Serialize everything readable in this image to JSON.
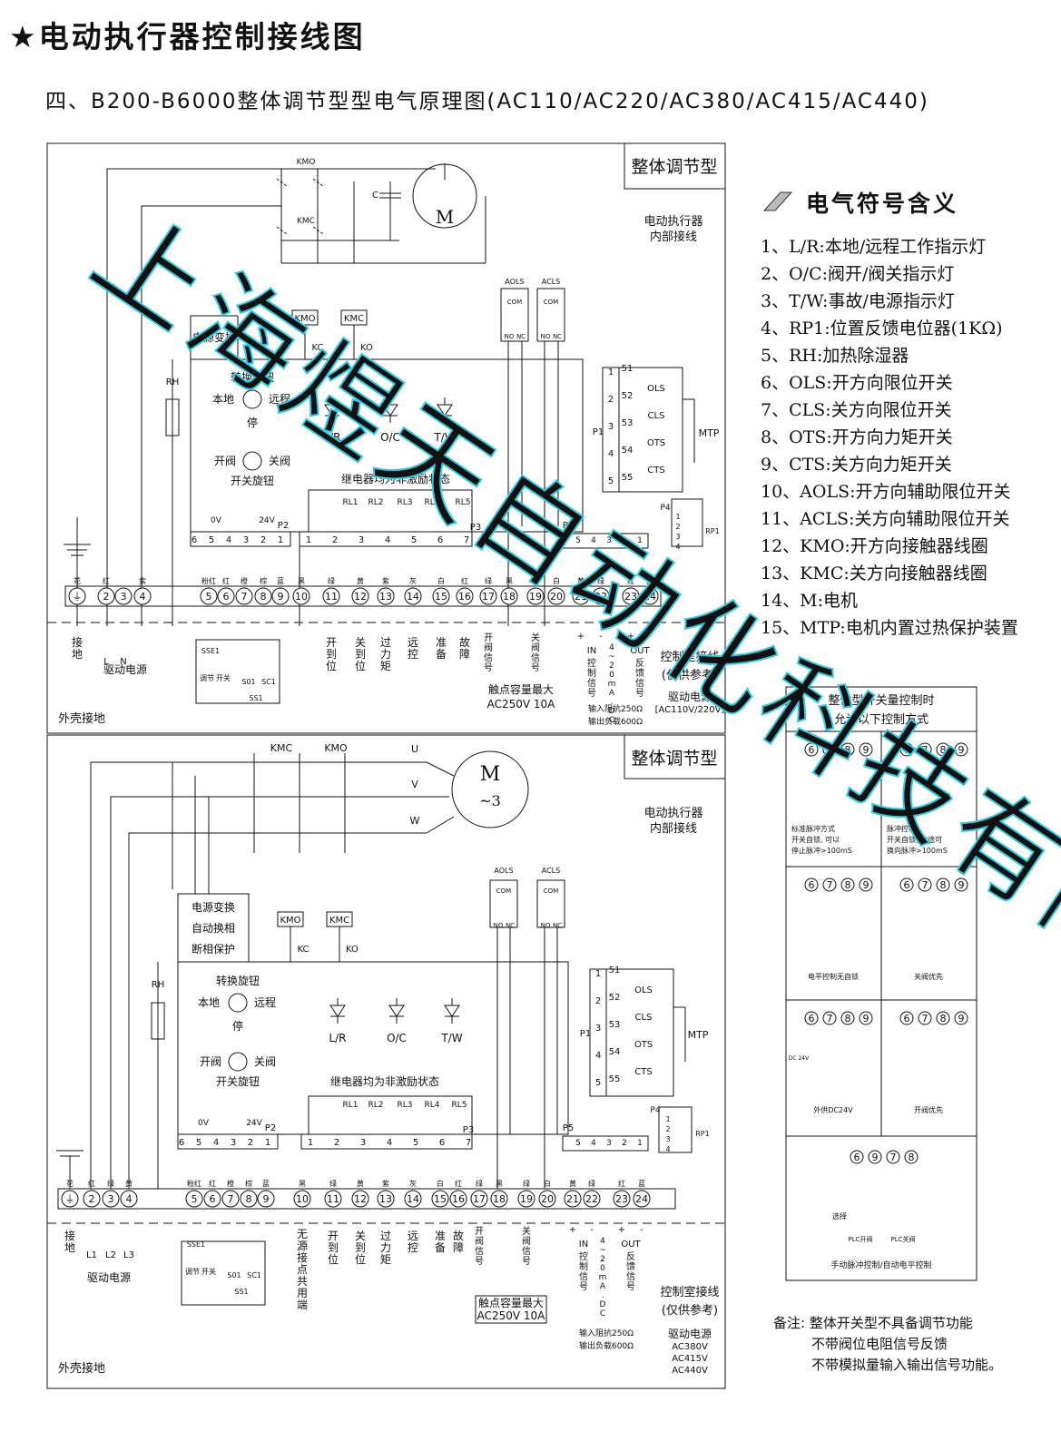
{
  "header": {
    "title": "★电动执行器控制接线图",
    "subtitle": "四、B200-B6000整体调节型型电气原理图(AC110/AC220/AC380/AC415/AC440)"
  },
  "colors": {
    "line": "#111111",
    "watermark": "#35c8e0"
  },
  "watermark": {
    "text": "上海煜天自动化科技有限公司"
  },
  "legend": {
    "title": "电气符号含义",
    "items": [
      "1、L/R:本地/远程工作指示灯",
      "2、O/C:阀开/阀关指示灯",
      "3、T/W:事故/电源指示灯",
      "4、RP1:位置反馈电位器(1KΩ)",
      "5、RH:加热除湿器",
      "6、OLS:开方向限位开关",
      "7、CLS:关方向限位开关",
      "8、OTS:开方向力矩开关",
      "9、CTS:关方向力矩开关",
      "10、AOLS:开方向辅助限位开关",
      "11、ACLS:关方向辅助限位开关",
      "12、KMO:开方向接触器线圈",
      "13、KMC:关方向接触器线圈",
      "14、M:电机",
      "15、MTP:电机内置过热保护装置"
    ]
  },
  "common": {
    "box_title": "整体调节型",
    "internal_wiring": [
      "电动执行器",
      "内部接线"
    ],
    "rotary_knob": "转换旋钮",
    "local": "本地",
    "remote": "远程",
    "stop": "停",
    "open_valve": "开阀",
    "close_valve": "关阀",
    "switch_knob": "开关旋钮",
    "relay_note": "继电器均为非激励状态",
    "leds": [
      "L/R",
      "O/C",
      "T/W"
    ],
    "relays": [
      "RL1",
      "RL2",
      "RL3",
      "RL4",
      "RL5"
    ],
    "p1_label": "P1",
    "p1_pins": [
      "1",
      "2",
      "3",
      "4",
      "5"
    ],
    "p1_inner": [
      "51",
      "52",
      "53",
      "54",
      "55"
    ],
    "limit_switches": [
      "OLS",
      "CLS",
      "OTS",
      "CTS"
    ],
    "mtp": "MTP",
    "p4_label": "P4",
    "p4_pins": [
      "1",
      "2",
      "3",
      "4"
    ],
    "rp1": "RP1",
    "p5_label": "P5",
    "p5_pins": [
      "5",
      "4",
      "3",
      "2",
      "1"
    ],
    "p2_label": "P2",
    "p2_pins": [
      "6",
      "5",
      "4",
      "3",
      "2",
      "1"
    ],
    "p2_tags": [
      "0V",
      "24V"
    ],
    "p3_label": "P3",
    "p3_pins": [
      "1",
      "2",
      "3",
      "4",
      "5",
      "6",
      "7"
    ],
    "aols": "AOLS",
    "acls": "ACLS",
    "com": "COM",
    "no": "NO",
    "nc": "NC",
    "kmo": "KMO",
    "kmc": "KMC",
    "kc": "KC",
    "ko": "KO",
    "rh": "RH",
    "terminals": [
      "⏚",
      "2",
      "3",
      "4",
      "5",
      "6",
      "7",
      "8",
      "9",
      "10",
      "11",
      "12",
      "13",
      "14",
      "15",
      "16",
      "17",
      "18",
      "19",
      "20",
      "21",
      "22",
      "23",
      "24"
    ],
    "ground": "接地",
    "drive_power": "驱动电源",
    "shell_ground": "外壳接地",
    "ss1": "SSE1",
    "tiaojie": "调节",
    "kaiguan": "开关",
    "s01": "S01",
    "sc1": "SC1",
    "ss1b": "SS1",
    "open_pos": "开到位",
    "close_pos": "关到位",
    "over_torque": "过力矩",
    "remote_ctrl": "远控",
    "ready": "准备",
    "fault": "故障",
    "open_signal": "开阀信号",
    "close_signal": "关阀信号",
    "contact_cap": [
      "触点容量最大",
      "AC250V 10A"
    ],
    "in_label": "IN",
    "in_text": "控制信号",
    "current": "4~20mA.DC",
    "out_label": "OUT",
    "out_text": "反馈信号",
    "control_room": [
      "控制室接线",
      "(仅供参考)"
    ],
    "impedance": [
      "输入阻抗250Ω",
      "输出负载600Ω"
    ],
    "plus": "+",
    "minus": "-"
  },
  "top_diagram": {
    "power_convert": "电源变换",
    "terminal_colors": [
      "花",
      "红",
      "",
      "紫",
      "粉红",
      "红",
      "橙",
      "棕",
      "蓝",
      "黑",
      "绿",
      "黄",
      "紫",
      "灰",
      "白",
      "红",
      "绿",
      "黑",
      "绿",
      "白",
      "黄",
      "绿",
      "红",
      "蓝"
    ],
    "line_labels": [
      "L",
      "N"
    ],
    "capacitor": "C",
    "motor": "M",
    "drive_power_text": [
      "驱动电源",
      "[AC110V/220V]"
    ]
  },
  "bottom_diagram": {
    "power_convert": [
      "电源变换",
      "自动换相",
      "断相保护"
    ],
    "terminal_colors": [
      "花",
      "红",
      "绿",
      "黄",
      "粉红",
      "红",
      "橙",
      "棕",
      "蓝",
      "黑",
      "绿",
      "黄",
      "紫",
      "灰",
      "白",
      "红",
      "绿",
      "黑",
      "绿",
      "白",
      "黄",
      "绿",
      "红",
      "蓝"
    ],
    "line_labels": [
      "L1",
      "L2",
      "L3"
    ],
    "phases": [
      "U",
      "V",
      "W"
    ],
    "motor": "M",
    "motor_sub": "~3",
    "common_terminal": "无源接点共用端",
    "drive_power_text": [
      "驱动电源",
      "AC380V",
      "AC415V",
      "AC440V"
    ]
  },
  "modes_panel": {
    "title": [
      "整体型开关量控制时",
      "允许以下控制方式"
    ],
    "terminal_set_a": [
      "6",
      "7",
      "8",
      "9"
    ],
    "terminal_set_b": [
      "6",
      "9",
      "7",
      "8"
    ],
    "cells": [
      {
        "caption": [
          "标准脉冲方式",
          "开关自锁, 可以",
          "停止脉冲>100mS"
        ]
      },
      {
        "caption": [
          "脉冲控制",
          "开关自锁, 中途可",
          "换向脉冲>100mS"
        ]
      },
      {
        "caption": [
          "电平控制无自锁"
        ]
      },
      {
        "caption": [
          "关阀优先"
        ]
      },
      {
        "caption": [
          "外供DC24V"
        ],
        "tag": "DC 24V"
      },
      {
        "caption": [
          "开阀优先"
        ]
      }
    ],
    "bottom_caption": "手动脉冲控制/自动电平控制",
    "plc_open": "PLC开阀",
    "plc_close": "PLC关阀",
    "select": "选择"
  },
  "note": {
    "lines": [
      "备注: 整体开关型不具备调节功能",
      "不带阀位电阻信号反馈",
      "不带模拟量输入输出信号功能。"
    ]
  }
}
